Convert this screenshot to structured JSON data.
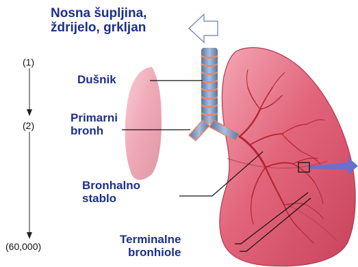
{
  "header": {
    "line1": "Nosna šupljina,",
    "line2": "ždrijelo, grkljan"
  },
  "labels": {
    "trachea": "Dušnik",
    "primary_bronchus_line1": "Primarni",
    "primary_bronchus_line2": "bronh",
    "bronchial_tree_line1": "Bronhalno",
    "bronchial_tree_line2": "stablo",
    "terminal_bronchioles_line1": "Terminalne",
    "terminal_bronchioles_line2": "bronhiole"
  },
  "branching_scale": {
    "top": "(1)",
    "middle": "(2)",
    "bottom": "(60,000)"
  },
  "colors": {
    "label_text": "#1c2f8a",
    "lung": "#e2657b",
    "lung_shadow": "#c8435c",
    "airway": "#8aa0c4",
    "airway_ring": "#e8876a",
    "bronchi_tree": "#b5242f",
    "zoom_arrow": "#6b6fd0"
  }
}
